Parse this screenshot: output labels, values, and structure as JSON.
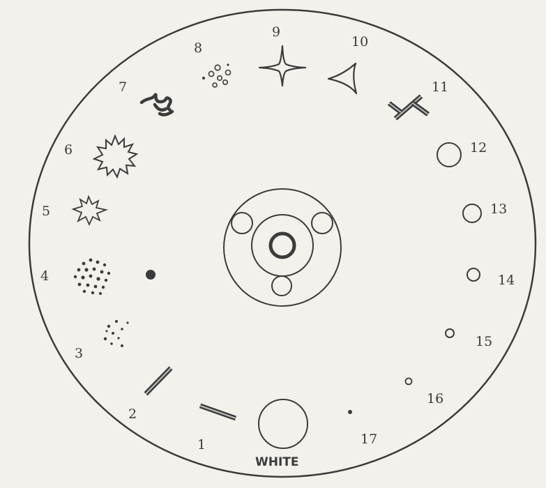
{
  "labels": {
    "n1": "1",
    "n2": "2",
    "n3": "3",
    "n4": "4",
    "n5": "5",
    "n6": "6",
    "n7": "7",
    "n8": "8",
    "n9": "9",
    "n10": "10",
    "n11": "11",
    "n12": "12",
    "n13": "13",
    "n14": "14",
    "n15": "15",
    "n16": "16",
    "n17": "17",
    "white": "WHITE"
  }
}
